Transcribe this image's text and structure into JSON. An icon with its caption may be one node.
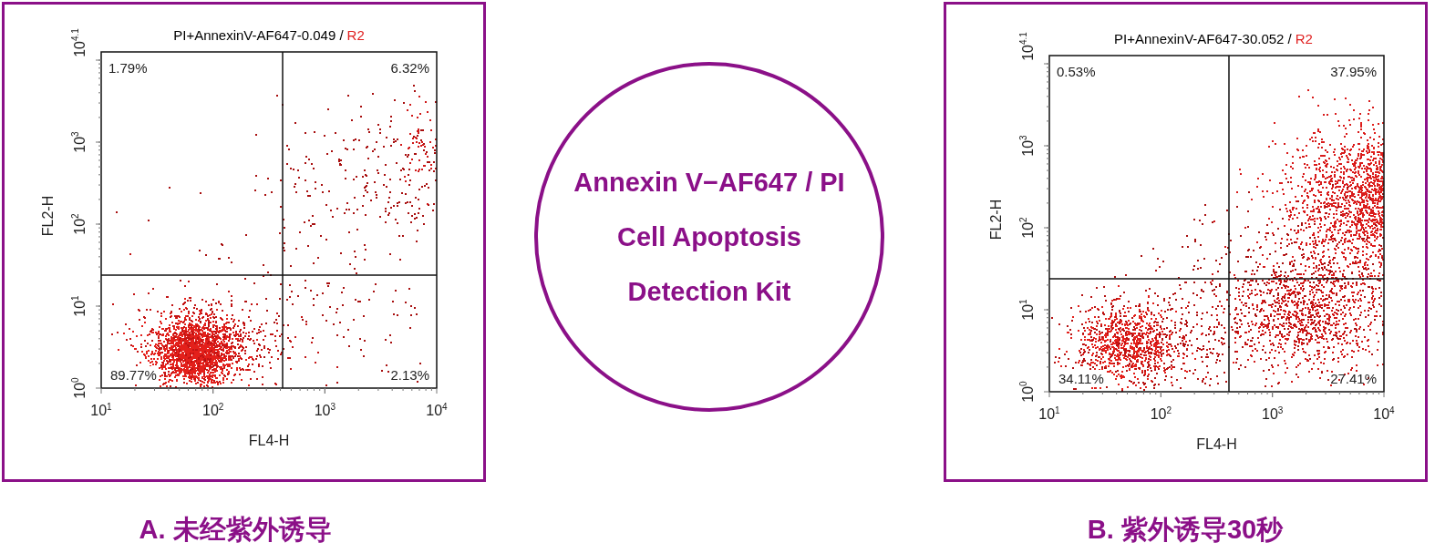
{
  "diagram": {
    "nodes": [
      {
        "text": [],
        "shape": "box",
        "beside": [
          "A. 未经紫外诱导"
        ]
      },
      {
        "text": [
          "Annexin V−AF647 / PI Cell Apoptosis Detection Kit"
        ]
      },
      {
        "text": [],
        "shape": "box",
        "beside": [
          "B. 紫外诱导30秒"
        ]
      }
    ],
    "edges": [],
    "labels": [
      "PI+AnnexinV-AF647-0.049 /",
      "R2",
      "1.79%",
      "6.32%",
      "89.77%",
      "2.13%",
      "10$^{4.1}$",
      "10$^{3}$",
      "10$^{2}$",
      "10$^{1}$",
      "10$^{0}$",
      "FL2-H",
      "10$^{1}$",
      "10$^{2}$",
      "10$^{3}$",
      "10$^{4}$",
      "FL4-H",
      "PI+AnnexinV-AF647-30.052 /",
      "R2",
      "0.53%",
      "37.95%",
      "34.11%",
      "27.41%",
      "10$^{4.1}$",
      "10$^{3}$",
      "10$^{2}$",
      "10$^{1}$",
      "10$^{0}$",
      "FL2-H",
      "10$^{1}$",
      "10$^{2}$",
      "10$^{3}$",
      "10$^{4}$",
      "FL4-H"
    ]
  }
}
